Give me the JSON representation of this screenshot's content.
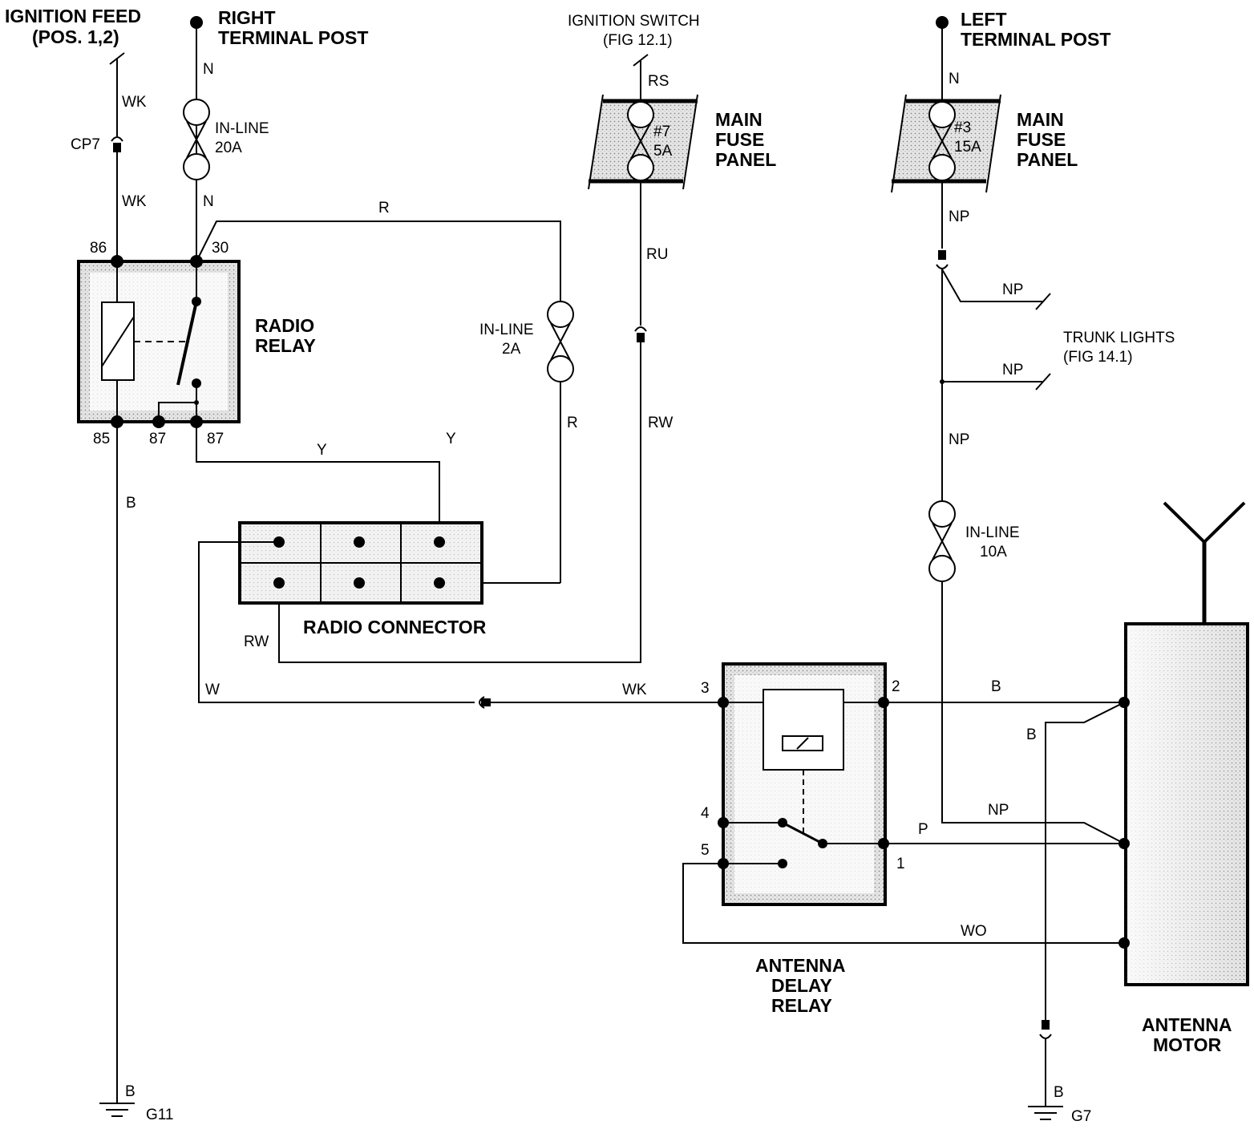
{
  "colors": {
    "line": "#000000",
    "background": "#ffffff",
    "shade": "#d8d8d8"
  },
  "titles": {
    "ignition_feed_1": "IGNITION FEED",
    "ignition_feed_2": "(POS. 1,2)",
    "right_post_1": "RIGHT",
    "right_post_2": "TERMINAL POST",
    "ignition_switch_1": "IGNITION SWITCH",
    "ignition_switch_2": "(FIG  12.1)",
    "left_post_1": "LEFT",
    "left_post_2": "TERMINAL POST",
    "main_fuse_1a": "MAIN",
    "main_fuse_1b": "FUSE",
    "main_fuse_1c": "PANEL",
    "main_fuse_2a": "MAIN",
    "main_fuse_2b": "FUSE",
    "main_fuse_2c": "PANEL",
    "radio_relay_1": "RADIO",
    "radio_relay_2": "RELAY",
    "radio_connector": "RADIO CONNECTOR",
    "antenna_delay_1": "ANTENNA",
    "antenna_delay_2": "DELAY",
    "antenna_delay_3": "RELAY",
    "antenna_motor_1": "ANTENNA",
    "antenna_motor_2": "MOTOR",
    "trunk_lights_1": "TRUNK LIGHTS",
    "trunk_lights_2": "(FIG 14.1)"
  },
  "fuses": {
    "inline20_1": "IN-LINE",
    "inline20_2": "20A",
    "inline2_1": "IN-LINE",
    "inline2_2": "2A",
    "inline10_1": "IN-LINE",
    "inline10_2": "10A",
    "fuse7_1": "#7",
    "fuse7_2": "5A",
    "fuse3_1": "#3",
    "fuse3_2": "15A"
  },
  "wires": {
    "wk_top": "WK",
    "wk_mid": "WK",
    "n_top": "N",
    "n_mid": "N",
    "r_top": "R",
    "r_right": "R",
    "rs": "RS",
    "ru": "RU",
    "rw_right": "RW",
    "rw_left": "RW",
    "n_left": "N",
    "np_1": "NP",
    "np_2": "NP",
    "np_3": "NP",
    "np_4": "NP",
    "np_5": "NP",
    "b_left": "B",
    "b_ground": "B",
    "y_1": "Y",
    "y_2": "Y",
    "w": "W",
    "wk_bottom": "WK",
    "b_motor_1": "B",
    "b_motor_2": "B",
    "b_g7": "B",
    "p": "P",
    "wo": "WO"
  },
  "connectors": {
    "cp7": "CP7",
    "g11": "G11",
    "g7": "G7"
  },
  "pins": {
    "p86": "86",
    "p30": "30",
    "p85": "85",
    "p87a": "87",
    "p87b": "87",
    "d3": "3",
    "d2": "2",
    "d4": "4",
    "d5": "5",
    "d1": "1"
  }
}
